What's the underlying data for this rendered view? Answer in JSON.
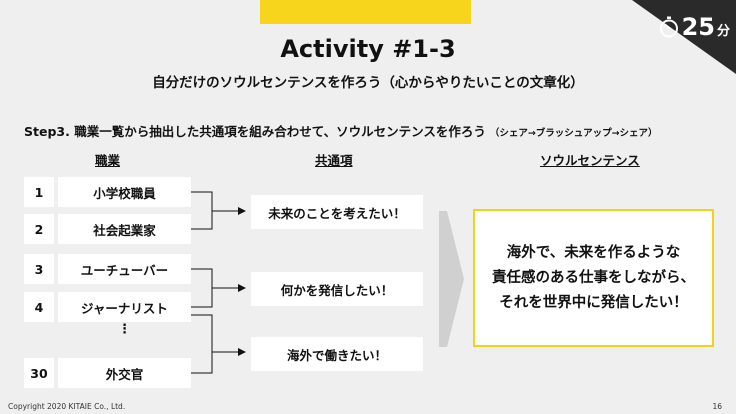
{
  "timer": {
    "value": "25",
    "unit": "分"
  },
  "title": "Activity #1-3",
  "subtitle": "自分だけのソウルセンテンスを作ろう（心からやりたいことの文章化）",
  "step": {
    "text": "Step3. 職業一覧から抽出した共通項を組み合わせて、ソウルセンテンスを作ろう",
    "note": "（シェア→ブラッシュアップ→シェア）"
  },
  "columns": {
    "jobs": "職業",
    "common": "共通項",
    "soul": "ソウルセンテンス"
  },
  "jobs": [
    {
      "num": "1",
      "label": "小学校職員"
    },
    {
      "num": "2",
      "label": "社会起業家"
    },
    {
      "num": "3",
      "label": "ユーチューバー"
    },
    {
      "num": "4",
      "label": "ジャーナリスト"
    },
    {
      "num": "30",
      "label": "外交官"
    }
  ],
  "ellipsis": "⋮",
  "common_items": [
    "未来のことを考えたい！",
    "何かを発信したい！",
    "海外で働きたい！"
  ],
  "result_lines": [
    "海外で、未来を作るような",
    "責任感のある仕事をしながら、",
    "それを世界中に発信したい！"
  ],
  "footer": {
    "copyright": "Copyright 2020 KITAIE Co., Ltd.",
    "page": "16"
  },
  "colors": {
    "accent": "#f7d51d",
    "dark": "#2a2a2a",
    "background": "#efefef"
  }
}
